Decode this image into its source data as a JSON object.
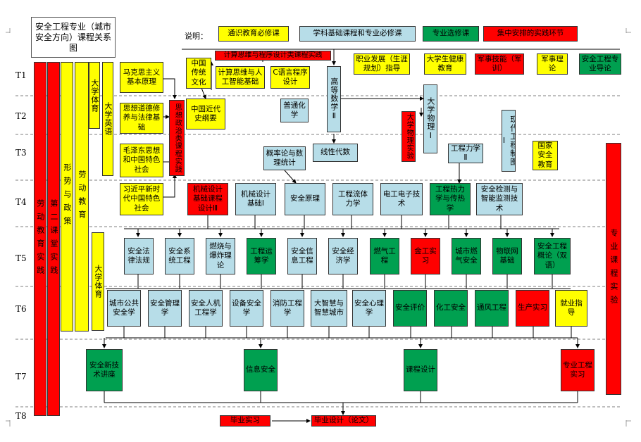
{
  "title": "安全工程专业（城市安全方向）课程关系图",
  "legend": {
    "label": "说明：",
    "items": [
      "通识教育必修课",
      "学科基础课程和专业必修课",
      "专业选修课",
      "集中安排的实践环节"
    ],
    "colors": {
      "general": "#ffff00",
      "basic": "#b7dde8",
      "elective": "#00a050",
      "practice": "#ff0000"
    }
  },
  "terms": [
    "T1",
    "T2",
    "T3",
    "T4",
    "T5",
    "T6",
    "T7",
    "T8"
  ],
  "left_columns": [
    "劳动教育实践",
    "第二课堂实践",
    "形势与政策",
    "劳动教育",
    "大学体育",
    "大学英语",
    "大学体育"
  ],
  "right_column": "专业课程实验",
  "courses": {
    "t1": [
      "计算思维与程序设计类课程实践",
      "职业发展（生涯规划）指导",
      "大学生健康教育",
      "军事技能（军训）",
      "军事理论",
      "安全工程专业导论",
      "马克思主义基本原理",
      "中国传统文化",
      "计算思维与人工智能基础",
      "C语言程序设计",
      "高等数学Ⅱ"
    ],
    "t2": [
      "思想道德修养与法律基础",
      "中国近代史纲要",
      "思想政治类课程实践",
      "普通化学",
      "大学物理Ⅰ",
      "大学物理实验"
    ],
    "t3": [
      "毛泽东思想和中国特色社会",
      "线性代数",
      "概率论与数理统计",
      "工程力学Ⅱ",
      "现代工程制图Ⅰ",
      "国家安全教育"
    ],
    "t4": [
      "习近平新时代中国特色社会",
      "机械设计基础课程设计Ⅲ",
      "机械设计基础Ⅰ",
      "安全原理",
      "工程流体力学",
      "电工电子技术",
      "工程热力学与传热学",
      "安全检测与智能监测技术"
    ],
    "t5": [
      "安全法律法规",
      "安全系统工程",
      "燃烧与爆炸理论",
      "工程运筹学",
      "安全信息工程",
      "安全经济学",
      "燃气工程",
      "金工实习",
      "城市燃气安全",
      "物联网基础",
      "安全工程概论（双语）"
    ],
    "t6": [
      "城市公共安全学",
      "安全管理学",
      "安全人机工程学",
      "设备安全学",
      "消防工程学",
      "大智慧与智慧城市",
      "安全心理学",
      "安全评价",
      "化工安全",
      "通风工程",
      "生产实习",
      "就业指导"
    ],
    "t7": [
      "安全新技术讲座",
      "信息安全",
      "课程设计",
      "专业工程实习"
    ],
    "t8": [
      "毕业实习",
      "毕业设计（论文）"
    ]
  }
}
